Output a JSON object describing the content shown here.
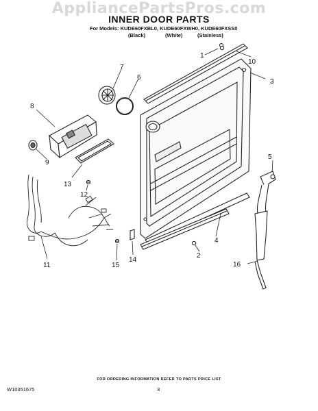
{
  "watermark": "AppliancePartsPros.com",
  "title": "INNER DOOR PARTS",
  "models_line": "For Models: KUDE60FXBL0, KUDE60FXWH0, KUDE60FXSS0",
  "variants": [
    "(Black)",
    "(White)",
    "(Stainless)"
  ],
  "callouts": [
    "1",
    "10",
    "3",
    "7",
    "6",
    "8",
    "9",
    "13",
    "12",
    "5",
    "11",
    "15",
    "14",
    "4",
    "2",
    "16"
  ],
  "footer_note": "FOR ORDERING INFORMATION REFER TO PARTS PRICE LIST",
  "document_number": "W10351675",
  "page_number": "3"
}
